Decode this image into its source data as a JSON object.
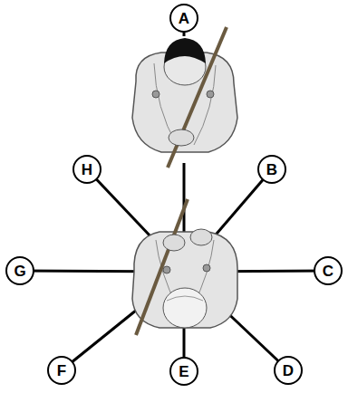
{
  "diagram": {
    "nodes": [
      {
        "text": [
          "A"
        ]
      },
      {
        "text": [
          "H"
        ]
      },
      {
        "text": [
          "B"
        ]
      },
      {
        "text": [
          "G"
        ]
      },
      {
        "text": [
          "C"
        ]
      },
      {
        "text": [
          "F"
        ]
      },
      {
        "text": [
          "E"
        ]
      },
      {
        "text": [
          "D"
        ]
      }
    ],
    "edges": []
  }
}
